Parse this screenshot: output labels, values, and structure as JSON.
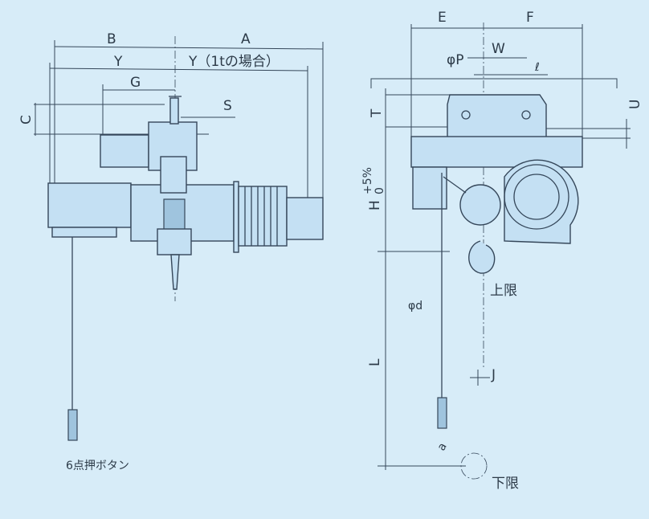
{
  "front_view": {
    "dim_B": "B",
    "dim_A": "A",
    "dim_Y": "Y",
    "dim_Y_1t": "Y（1tの場合）",
    "dim_G": "G",
    "dim_C": "C",
    "dim_S": "S",
    "pendant_label": "6点押ボタン"
  },
  "side_view": {
    "dim_E": "E",
    "dim_F": "F",
    "dim_W": "W",
    "dim_P": "φP",
    "dim_l": "ℓ",
    "dim_T": "T",
    "dim_U": "U",
    "dim_H": "H",
    "dim_H_tol_upper": "+5%",
    "dim_H_tol_lower": "0",
    "upper_limit_label": "上限",
    "dim_d": "φd",
    "dim_L": "L",
    "dim_J": "J",
    "dim_a": "a",
    "lower_limit_label": "下限"
  },
  "colors": {
    "background": "#d7ecf8",
    "part_fill": "#c4e0f3",
    "line": "#35475a"
  }
}
